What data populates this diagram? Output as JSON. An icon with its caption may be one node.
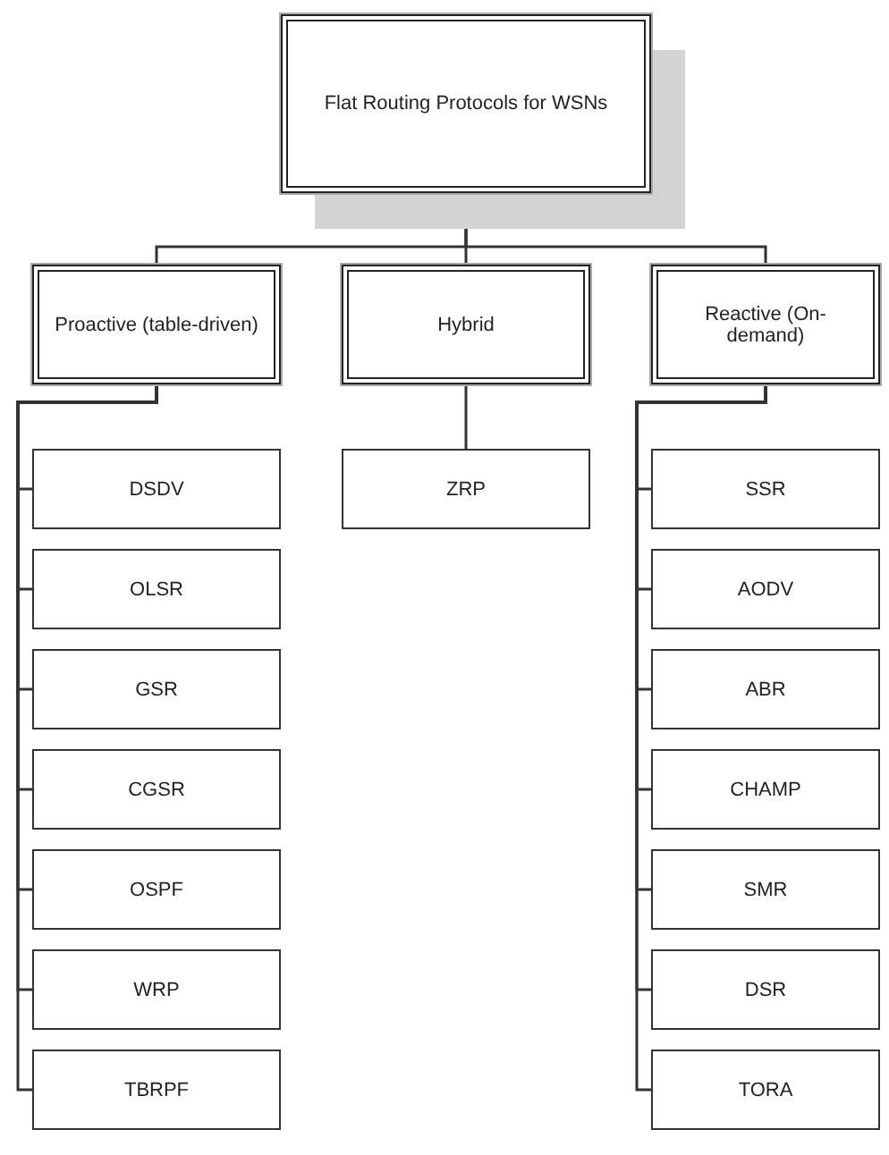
{
  "diagram": {
    "nodes": [
      {
        "text": [
          "Flat Routing Protocols for WSNs"
        ]
      },
      {
        "text": [
          "Proactive (table-driven)"
        ]
      },
      {
        "text": [
          "Hybrid"
        ]
      },
      {
        "text": [
          "Reactive (On-demand)"
        ]
      },
      {
        "text": [
          "DSDV"
        ]
      },
      {
        "text": [
          "OLSR"
        ]
      },
      {
        "text": [
          "GSR"
        ]
      },
      {
        "text": [
          "CGSR"
        ]
      },
      {
        "text": [
          "OSPF"
        ]
      },
      {
        "text": [
          "WRP"
        ]
      },
      {
        "text": [
          "TBRPF"
        ]
      },
      {
        "text": [
          "ZRP"
        ]
      },
      {
        "text": [
          "SSR"
        ]
      },
      {
        "text": [
          "AODV"
        ]
      },
      {
        "text": [
          "ABR"
        ]
      },
      {
        "text": [
          "CHAMP"
        ]
      },
      {
        "text": [
          "SMR"
        ]
      },
      {
        "text": [
          "DSR"
        ]
      },
      {
        "text": [
          "TORA"
        ]
      }
    ],
    "edges": [
      {
        "from": 0,
        "to": 1,
        "arrow": "none"
      },
      {
        "from": 0,
        "to": 2,
        "arrow": "none"
      },
      {
        "from": 0,
        "to": 3,
        "arrow": "none"
      },
      {
        "from": 1,
        "to": 4,
        "arrow": "none"
      },
      {
        "from": 1,
        "to": 5,
        "arrow": "none"
      },
      {
        "from": 1,
        "to": 6,
        "arrow": "none"
      },
      {
        "from": 1,
        "to": 7,
        "arrow": "none"
      },
      {
        "from": 1,
        "to": 8,
        "arrow": "none"
      },
      {
        "from": 1,
        "to": 9,
        "arrow": "none"
      },
      {
        "from": 1,
        "to": 10,
        "arrow": "none"
      },
      {
        "from": 2,
        "to": 11,
        "arrow": "none"
      },
      {
        "from": 3,
        "to": 12,
        "arrow": "none"
      },
      {
        "from": 3,
        "to": 13,
        "arrow": "none"
      },
      {
        "from": 3,
        "to": 14,
        "arrow": "none"
      },
      {
        "from": 3,
        "to": 15,
        "arrow": "none"
      },
      {
        "from": 3,
        "to": 16,
        "arrow": "none"
      },
      {
        "from": 3,
        "to": 17,
        "arrow": "none"
      },
      {
        "from": 3,
        "to": 18,
        "arrow": "none"
      }
    ]
  }
}
